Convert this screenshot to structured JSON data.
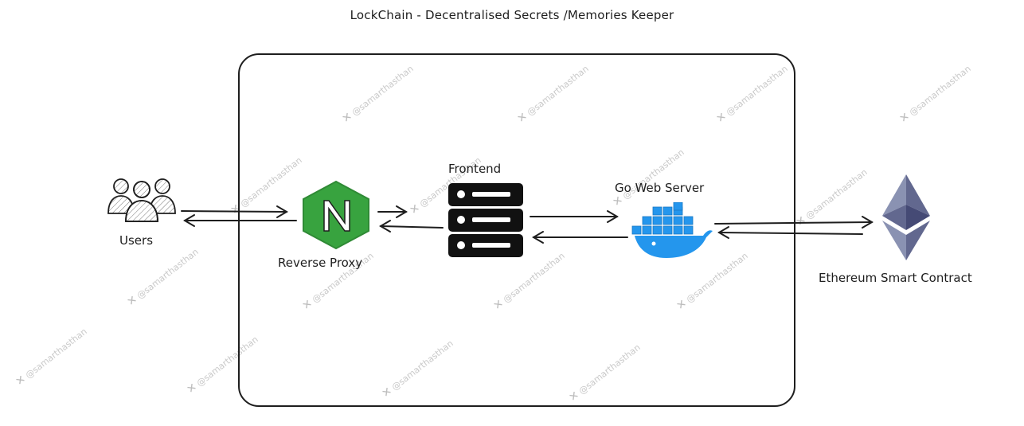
{
  "title": "LockChain - Decentralised Secrets /Memories Keeper",
  "nodes": {
    "users": {
      "label": "Users",
      "icon": "users-icon"
    },
    "reverse_proxy": {
      "label": "Reverse Proxy",
      "icon": "nginx-icon"
    },
    "frontend": {
      "label": "Frontend",
      "icon": "server-icon"
    },
    "go_web_server": {
      "label": "Go Web Server",
      "icon": "docker-icon"
    },
    "ethereum": {
      "label": "Ethereum Smart Contract",
      "icon": "ethereum-icon"
    }
  },
  "watermark": "@samarthasthan",
  "colors": {
    "nginx": "#38a33f",
    "docker": "#2496ed",
    "eth_dark": "#5c628c",
    "eth_light": "#8a92b2"
  }
}
